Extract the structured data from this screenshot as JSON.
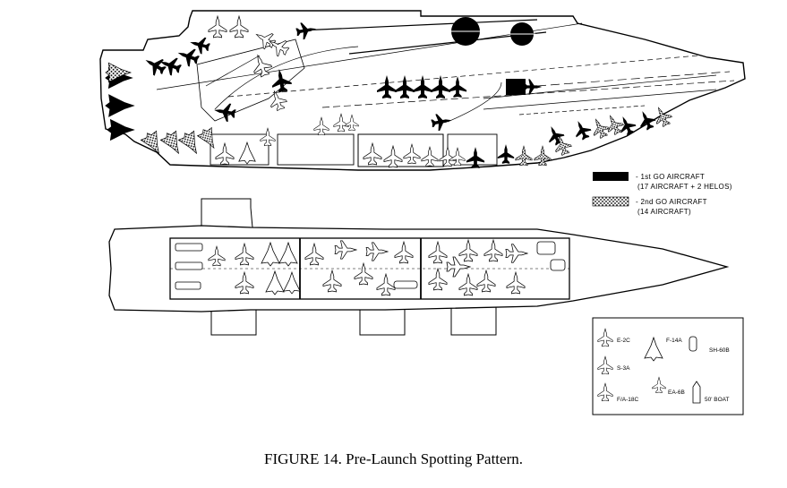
{
  "figure": {
    "caption": "FIGURE 14. Pre-Launch Spotting Pattern."
  },
  "legend": {
    "first_go": {
      "line1": "- 1st GO AIRCRAFT",
      "line2": "(17 AIRCRAFT + 2 HELOS)"
    },
    "second_go": {
      "line1": "- 2nd GO AIRCRAFT",
      "line2": "(14 AIRCRAFT)"
    }
  },
  "aircraft_key": {
    "e2c": "E-2C",
    "s3a": "S-3A",
    "fa18c": "F/A-18C",
    "f14a": "F-14A",
    "ea6b": "EA-6B",
    "sh60b": "SH-60B",
    "boat": "50' BOAT"
  },
  "colors": {
    "ink": "#000000",
    "paper": "#ffffff",
    "dotted_fill": "#9a9a9a"
  }
}
